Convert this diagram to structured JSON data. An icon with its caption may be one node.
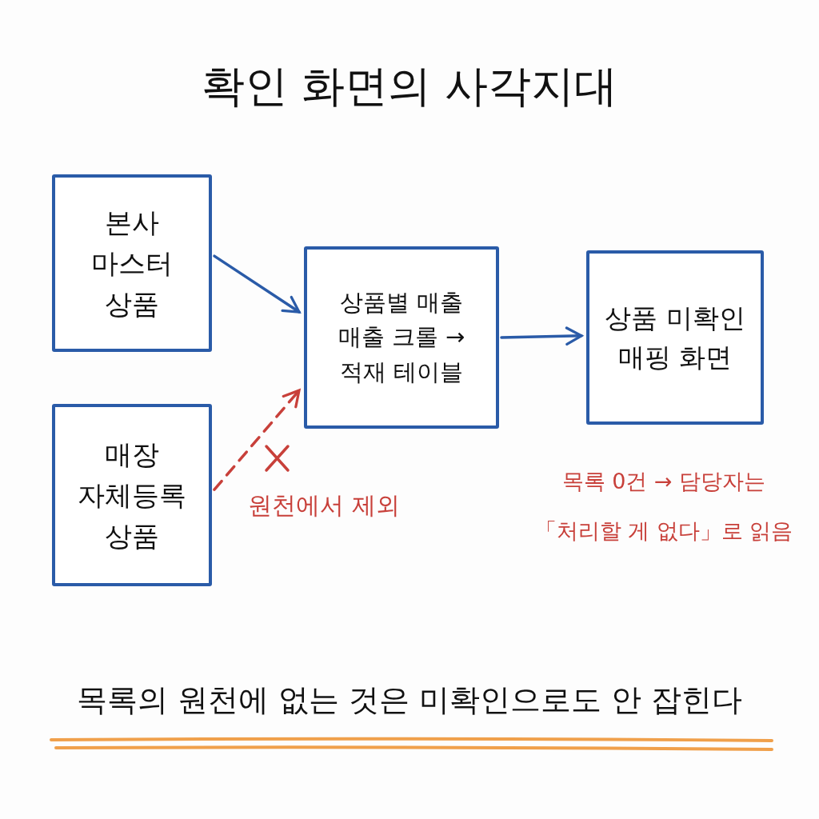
{
  "diagram": {
    "title": "확인 화면의 사각지대",
    "nodes": [
      {
        "text": [
          "본사 마스터 상품"
        ]
      },
      {
        "text": [
          "매장 자체등록 상품"
        ]
      },
      {
        "text": [
          "상품별 매출 매출 크롤 → 적재 테이블"
        ]
      },
      {
        "text": [
          "상품 미확인 매핑 화면"
        ],
        "beside": [
          "목록 0건 → 담당자는 「처리할 게 없다」로 읽음"
        ]
      }
    ],
    "edges": [
      {
        "from": 0,
        "to": 2,
        "arrow": "to"
      },
      {
        "from": 1,
        "to": 2,
        "arrow": "to",
        "label": "원천에서 제외",
        "style": "dashed",
        "color": "#c8403a"
      },
      {
        "from": 2,
        "to": 3,
        "arrow": "to"
      }
    ],
    "labels": [
      "목록의 원천에 없는 것은 미확인으로도 안 잡힌다"
    ]
  }
}
